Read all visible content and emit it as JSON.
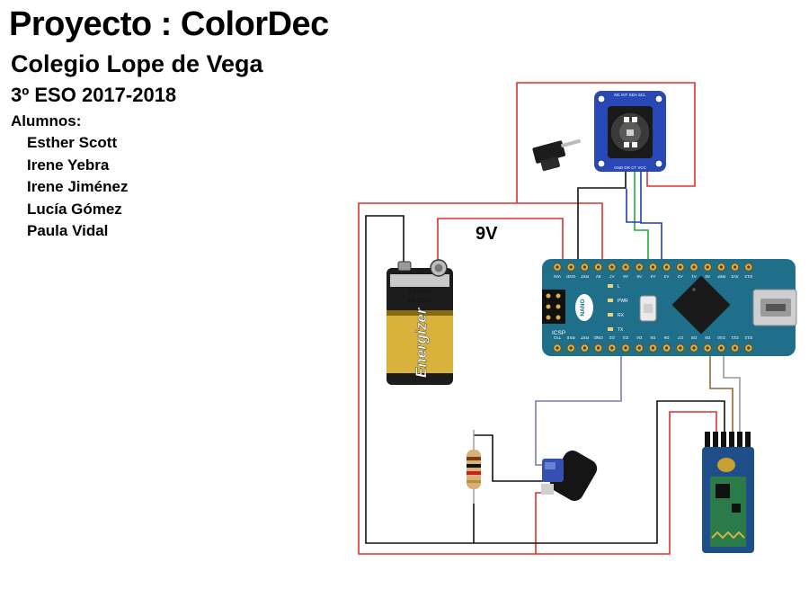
{
  "header": {
    "title": "Proyecto : ColorDec",
    "school": "Colegio Lope de Vega",
    "year": "3º ESO 2017-2018",
    "students_label": "Alumnos:",
    "students": [
      "Esther Scott",
      "Irene Yebra",
      "Irene Jiménez",
      "Lucía Gómez",
      "Paula Vidal"
    ]
  },
  "diagram": {
    "battery_voltage_label": "9V",
    "battery": {
      "brand": "Energizer",
      "label_top": "9 VOLTS",
      "date_code": "03-2013"
    },
    "arduino": {
      "board_label": "NANO",
      "icsp_label": "ICSP",
      "top_pins": [
        "VIN",
        "GND",
        "RST",
        "5V",
        "A7",
        "A6",
        "A5",
        "A4",
        "A3",
        "A2",
        "A1",
        "A0",
        "REF",
        "3V3",
        "D13"
      ],
      "bottom_pins": [
        "TX1",
        "RX0",
        "RST",
        "GND",
        "D2",
        "D3",
        "D4",
        "D5",
        "D6",
        "D7",
        "D8",
        "D9",
        "D10",
        "D11",
        "D12"
      ],
      "led_labels": [
        "L",
        "PWR",
        "RX",
        "TX"
      ]
    },
    "sensor": {
      "pin_label_top": "NC INT SDA SCL",
      "pin_label_bottom": "GND DR CT VCC"
    },
    "wire_colors": {
      "red": "#e03030",
      "black": "#111111",
      "blue": "#1e3ec0",
      "green": "#1faa3a",
      "purple": "#7a7ab8",
      "brown": "#8a6a3a",
      "gray": "#9a9a9a"
    }
  }
}
